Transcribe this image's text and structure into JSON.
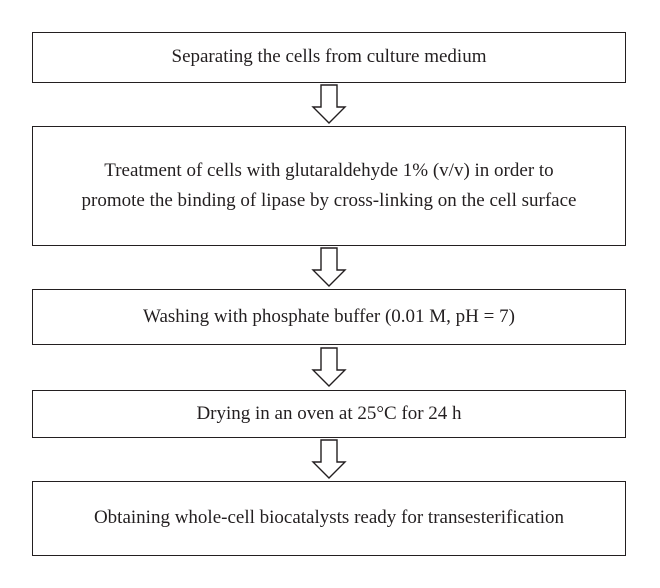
{
  "flowchart": {
    "steps": [
      {
        "lines": [
          "Separating the cells from culture medium"
        ]
      },
      {
        "lines": [
          "Treatment of cells with glutaraldehyde 1% (v/v) in order to",
          "promote the binding of lipase by cross-linking on the cell surface"
        ]
      },
      {
        "lines": [
          "Washing with phosphate buffer (0.01 M, pH = 7)"
        ]
      },
      {
        "lines": [
          "Drying in an oven at 25°C for 24 h"
        ]
      },
      {
        "lines": [
          "Obtaining whole-cell biocatalysts ready for transesterification"
        ]
      }
    ],
    "arrow_icon": "hollow-down-arrow-icon",
    "colors": {
      "stroke": "#231f20",
      "background": "#ffffff"
    }
  }
}
